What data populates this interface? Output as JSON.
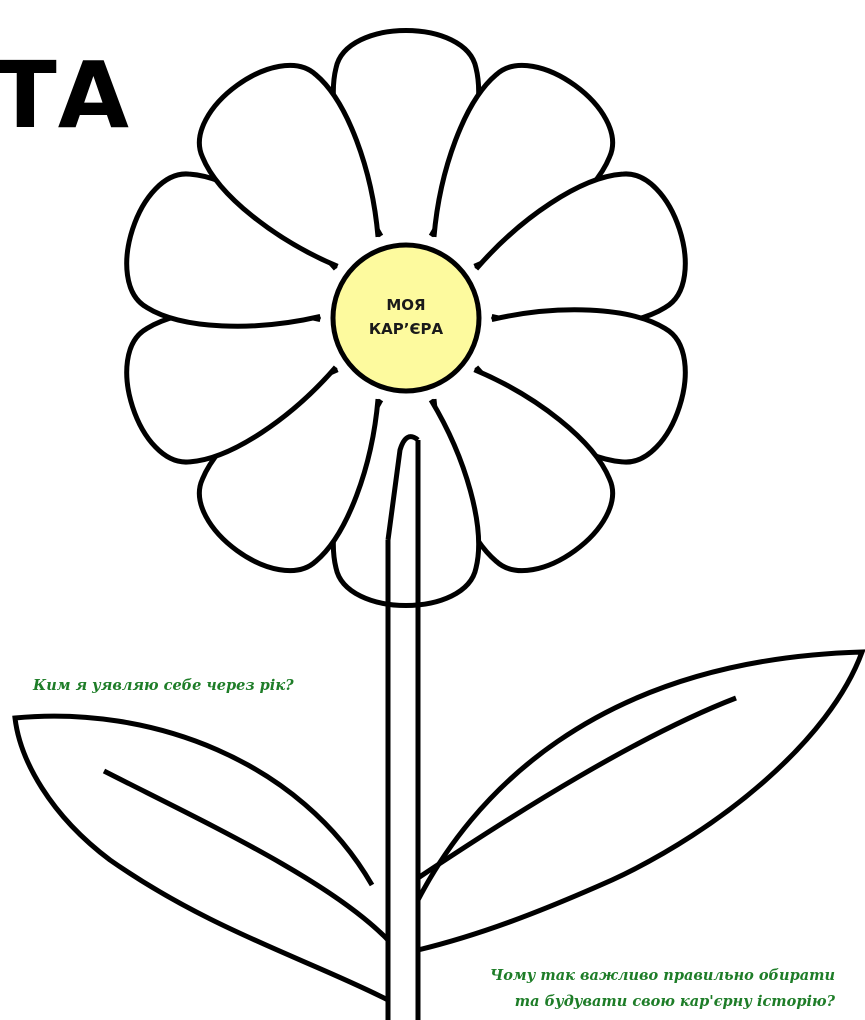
{
  "title": "ТА",
  "flower": {
    "center_line1": "МОЯ",
    "center_line2": "КАР’ЄРА",
    "petal_count": 10
  },
  "questions": {
    "year": "Ким я уявляю себе через рік?",
    "why_line1": "Чому так важливо правильно  обирати",
    "why_line2": "та будувати свою кар'єрну історію?"
  },
  "colors": {
    "center": "#fdfa9e",
    "outline": "#000000",
    "question_text": "#1e7d28"
  }
}
